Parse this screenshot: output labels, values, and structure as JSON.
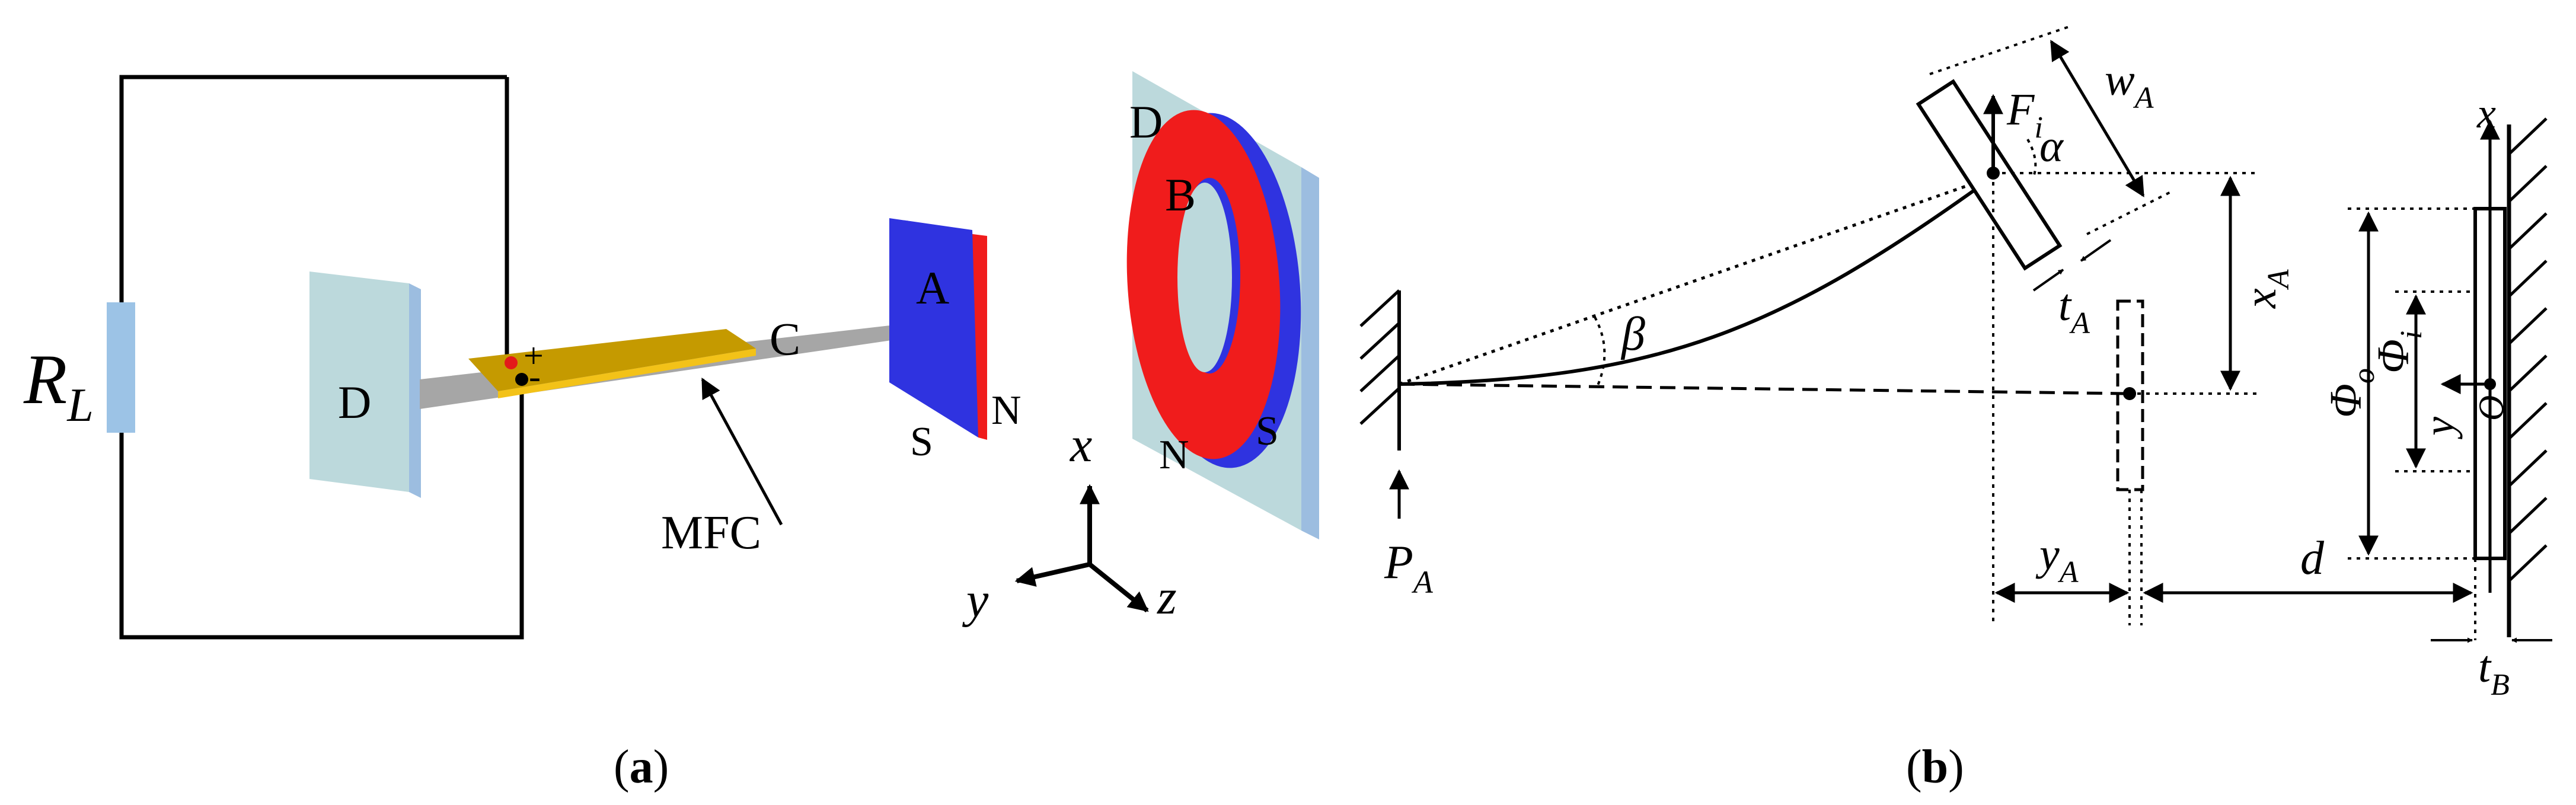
{
  "panel_a": {
    "caption_open": "(",
    "caption_letter": "a",
    "caption_close": ")",
    "resistor_R": "R",
    "resistor_sub": "L",
    "frame_left": "D",
    "frame_right": "D",
    "magnet_label": "A",
    "ring_label": "B",
    "beam_label": "C",
    "mfc_label": "MFC",
    "plus_label": "+",
    "minus_label": "-",
    "magnet_s": "S",
    "magnet_n": "N",
    "ring_n": "N",
    "ring_s": "S",
    "axis_x": "x",
    "axis_y": "y",
    "axis_z": "z",
    "colors": {
      "magnet_red": "#f01c1c",
      "magnet_blue": "#2f33e0",
      "frame_fill": "#bcd9dc",
      "frame_edge": "#9cbde0",
      "resistor": "#9cc3e6",
      "beam": "#a6a6a6",
      "mfc": "#c59a00"
    }
  },
  "panel_b": {
    "caption_open": "(",
    "caption_letter": "b",
    "caption_close": ")",
    "force_F": "F",
    "force_sub": "i",
    "width_w": "w",
    "width_sub": "A",
    "alpha": "α",
    "beta": "β",
    "disp_x": "x",
    "disp_x_sub": "A",
    "thick_t": "t",
    "thick_t_sub": "A",
    "load_P": "P",
    "load_sub": "A",
    "dist_y": "y",
    "dist_y_sub": "A",
    "gap_d": "d",
    "phi_o": "Φ",
    "phi_o_sub": "o",
    "phi_i": "Φ",
    "phi_i_sub": "i",
    "coord_y": "y",
    "coord_x": "x",
    "origin": "O",
    "tb": "t",
    "tb_sub": "B"
  }
}
